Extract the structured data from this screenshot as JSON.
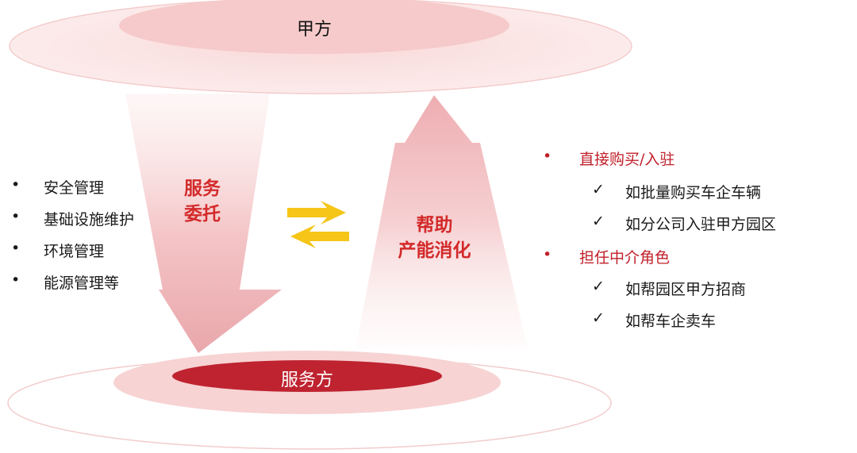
{
  "top_party": {
    "label": "甲方"
  },
  "bottom_party": {
    "label": "服务方"
  },
  "down_arrow": {
    "label_line1": "服务",
    "label_line2": "委托"
  },
  "up_arrow": {
    "label_line1": "帮助",
    "label_line2": "产能消化"
  },
  "left_list": {
    "bullet": "•",
    "items": [
      "安全管理",
      "基础设施维护",
      "环境管理",
      "能源管理等"
    ]
  },
  "right_list": {
    "bullet": "•",
    "check": "✓",
    "groups": [
      {
        "title": "直接购买/入驻",
        "items": [
          "如批量购买车企车辆",
          "如分公司入驻甲方园区"
        ]
      },
      {
        "title": "担任中介角色",
        "items": [
          "如帮园区甲方招商",
          "如帮车企卖车"
        ]
      }
    ]
  },
  "colors": {
    "accent_red": "#c0202a",
    "light_pink": "#f7d4d4",
    "pale_pink": "#fce8e8",
    "exchange_yellow": "#f5c518"
  },
  "icons": {
    "exchange": "exchange-arrows-icon"
  }
}
